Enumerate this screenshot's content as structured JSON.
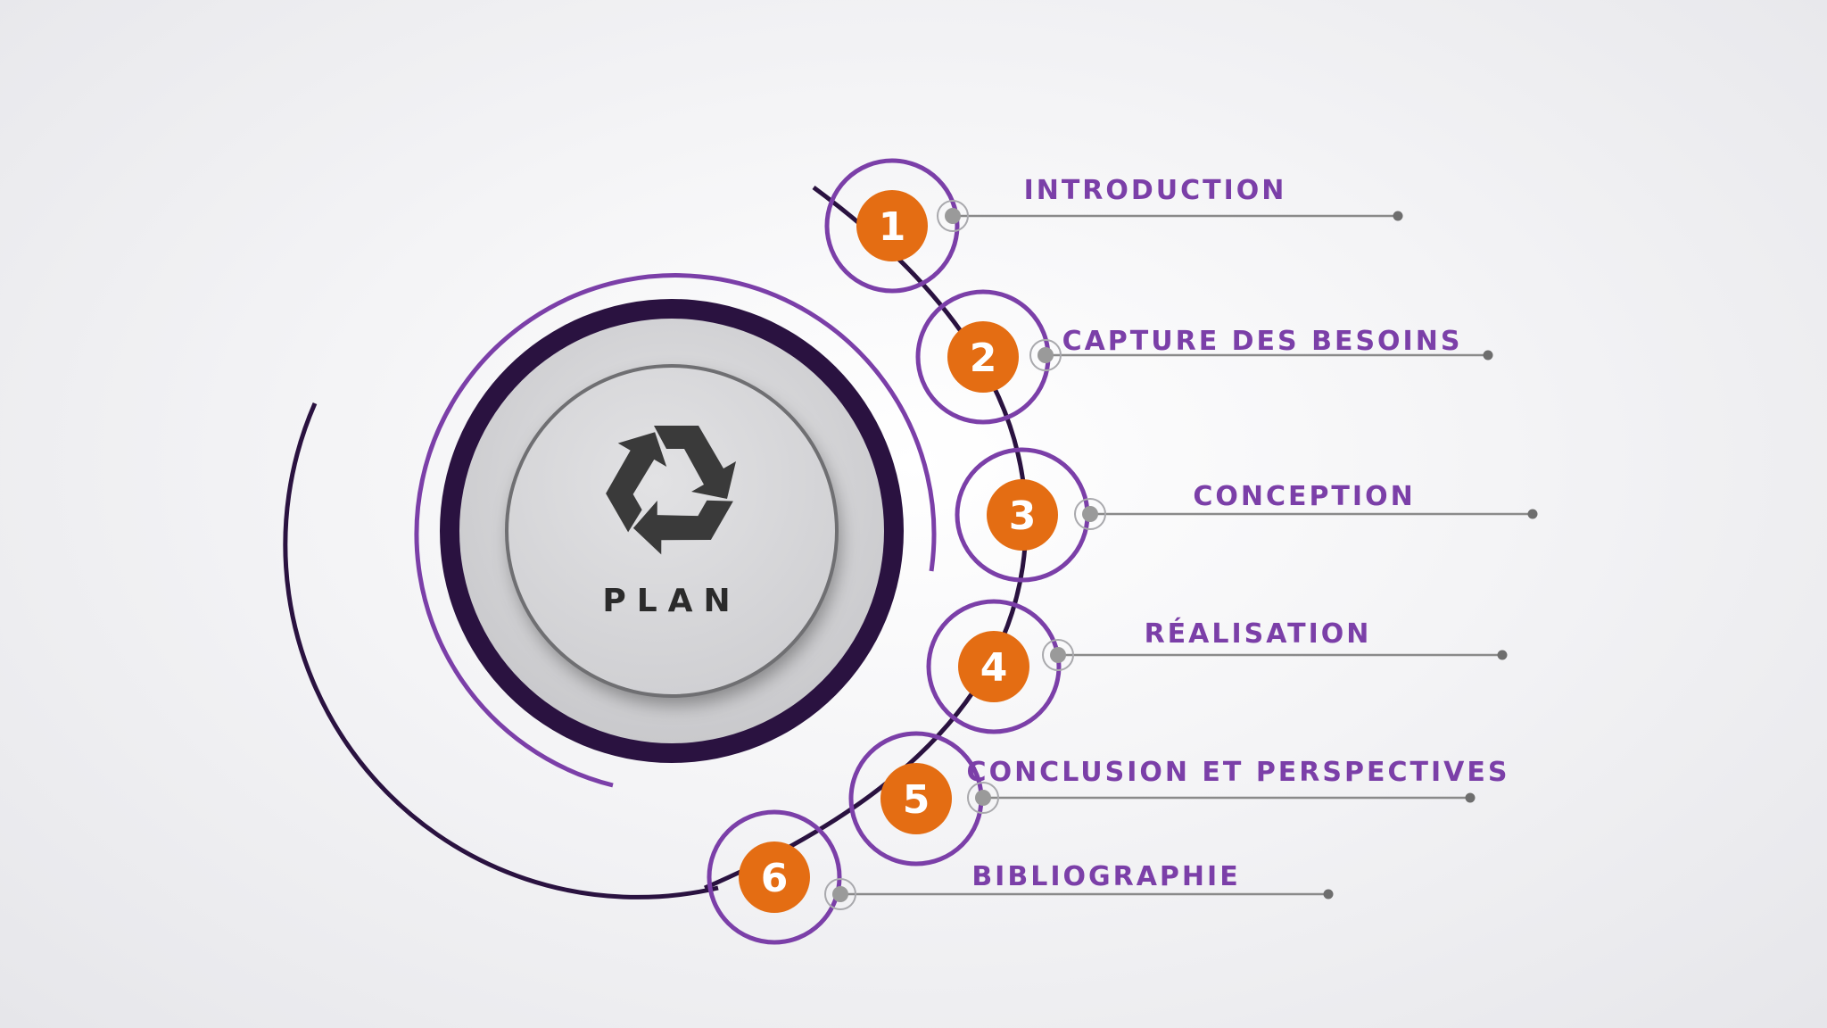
{
  "center": {
    "title": "PLAN",
    "icon": "recycle-icon"
  },
  "colors": {
    "purple": "#7b3fa8",
    "dark_purple": "#2a1240",
    "orange": "#e46d13",
    "connector_grey": "#8a8a8a",
    "icon_grey": "#3a3a3a"
  },
  "steps": [
    {
      "number": "1",
      "label": "INTRODUCTION"
    },
    {
      "number": "2",
      "label": "CAPTURE DES BESOINS"
    },
    {
      "number": "3",
      "label": "CONCEPTION"
    },
    {
      "number": "4",
      "label": "RÉALISATION"
    },
    {
      "number": "5",
      "label": "CONCLUSION ET PERSPECTIVES"
    },
    {
      "number": "6",
      "label": "BIBLIOGRAPHIE"
    }
  ]
}
